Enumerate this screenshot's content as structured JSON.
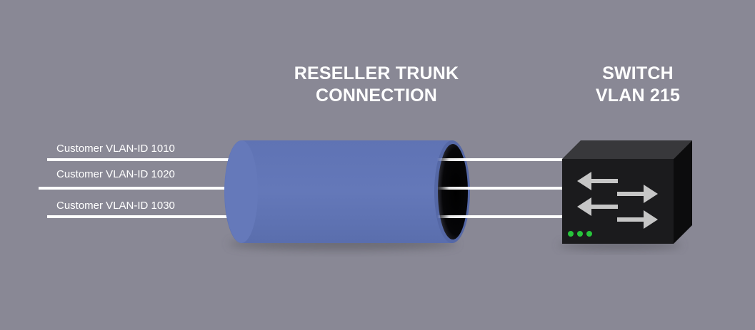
{
  "trunk_title": {
    "line1": "RESELLER TRUNK",
    "line2": "CONNECTION"
  },
  "switch_title": {
    "line1": "SWITCH",
    "line2": "VLAN 215"
  },
  "vlans": [
    "Customer VLAN-ID 1010",
    "Customer VLAN-ID 1020",
    "Customer VLAN-ID 1030"
  ],
  "colors": {
    "background": "#898895",
    "trunk": "#6277b7",
    "switch_front": "#1b1b1d",
    "switch_top": "#38383b",
    "switch_side": "#0c0c0d",
    "arrows": "#c6c6c6",
    "status_leds": "#27c43b",
    "lines": "#ffffff"
  },
  "icons": [
    "switch-arrows-icon",
    "status-led-icon"
  ]
}
